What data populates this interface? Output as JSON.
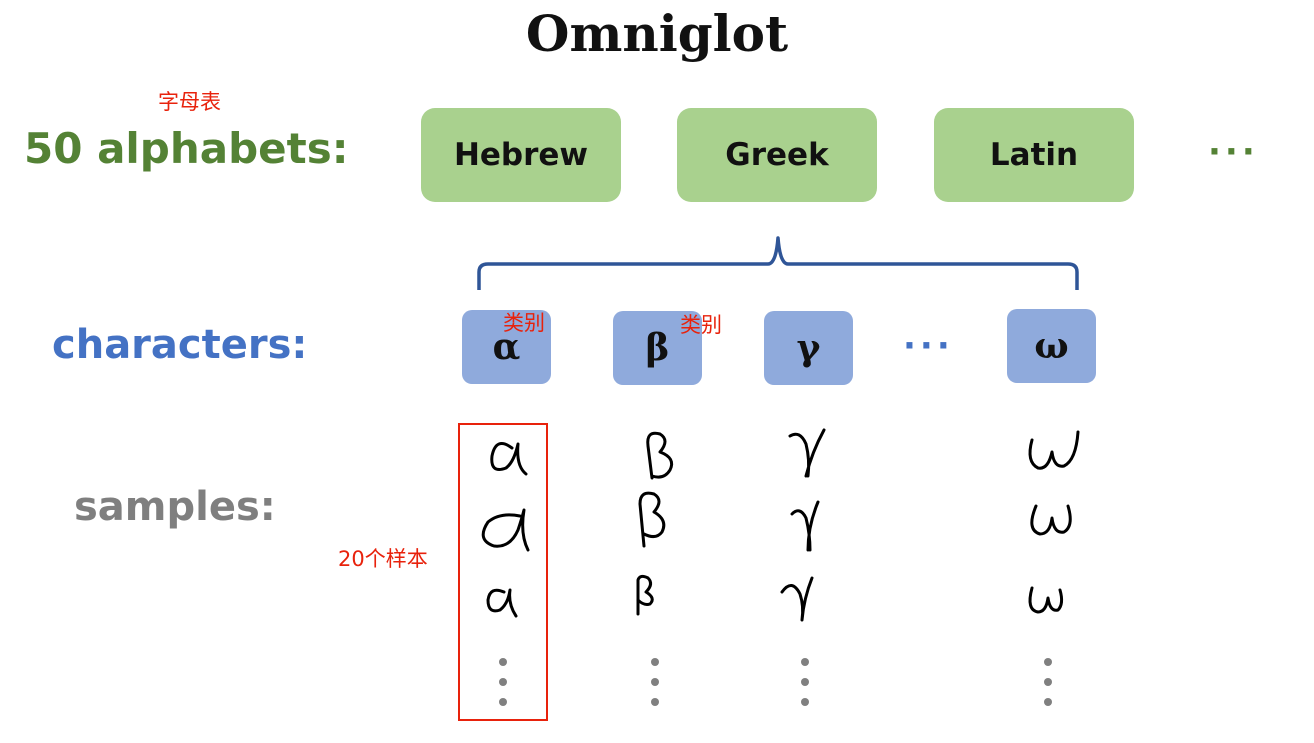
{
  "title": "Omniglot",
  "rows": {
    "alphabets_label": "50 alphabets:",
    "characters_label": "characters:",
    "samples_label": "samples:"
  },
  "alphabets": [
    "Hebrew",
    "Greek",
    "Latin"
  ],
  "alphabets_more": "···",
  "characters": [
    "α",
    "β",
    "γ",
    "ω"
  ],
  "characters_more": "···",
  "annotations": {
    "alphabet_cn": "字母表",
    "category_cn_1": "类别",
    "category_cn_2": "类别",
    "samples_cn": "20个样本"
  },
  "colors": {
    "alphabet_green": "#a9d18e",
    "alphabet_label_green": "#548235",
    "character_blue": "#8faadc",
    "character_label_blue": "#4472c4",
    "samples_gray": "#7f7f7f",
    "annotation_red": "#e8220c",
    "brace_blue": "#2f5597"
  }
}
